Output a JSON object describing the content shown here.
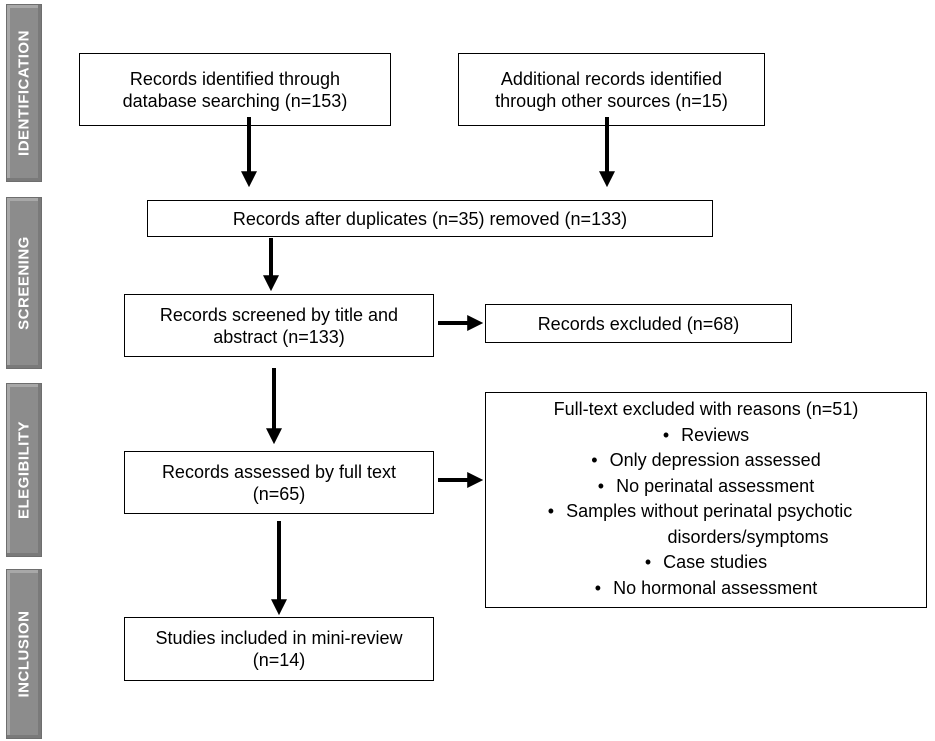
{
  "phases": {
    "identification": "IDENTIFICATION",
    "screening": "SCREENING",
    "eligibility": "ELEGIBILITY",
    "inclusion": "INCLUSION"
  },
  "boxes": {
    "database_search": "Records identified through database searching (n=153)",
    "other_sources": "Additional records identified through other sources (n=15)",
    "after_duplicates": "Records after duplicates (n=35) removed (n=133)",
    "screened": "Records screened by title and abstract (n=133)",
    "excluded": "Records excluded (n=68)",
    "full_text_assessed": "Records assessed by full text (n=65)",
    "included": "Studies included in mini-review (n=14)"
  },
  "exclusion_reasons": {
    "title": "Full-text excluded with reasons (n=51)",
    "items": [
      "Reviews",
      "Only depression assessed",
      "No perinatal assessment",
      "Samples without  perinatal psychotic disorders/symptoms",
      "Case studies",
      "No hormonal assessment"
    ]
  },
  "colors": {
    "phase_bar": "#8c8c8c",
    "phase_text": "#ffffff",
    "box_border": "#000000",
    "arrow": "#000000"
  }
}
